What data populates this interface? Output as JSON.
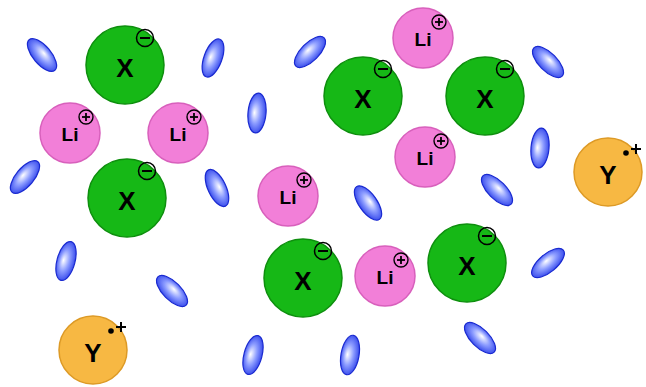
{
  "diagram": {
    "nodes": [
      {
        "text": [
          "Li"
        ]
      },
      {
        "text": [
          "X"
        ]
      },
      {
        "text": [
          "X"
        ]
      },
      {
        "text": [
          "X"
        ]
      },
      {
        "text": [
          "Li"
        ]
      },
      {
        "text": [
          "Li"
        ]
      },
      {
        "text": [
          "Li"
        ]
      },
      {
        "text": [
          "Y"
        ]
      },
      {
        "text": [
          "Li"
        ]
      },
      {
        "text": [
          "X"
        ]
      },
      {
        "text": [
          "X"
        ]
      },
      {
        "text": [
          "Li"
        ]
      },
      {
        "text": [
          "X"
        ]
      },
      {
        "text": [
          "Y"
        ]
      }
    ]
  }
}
